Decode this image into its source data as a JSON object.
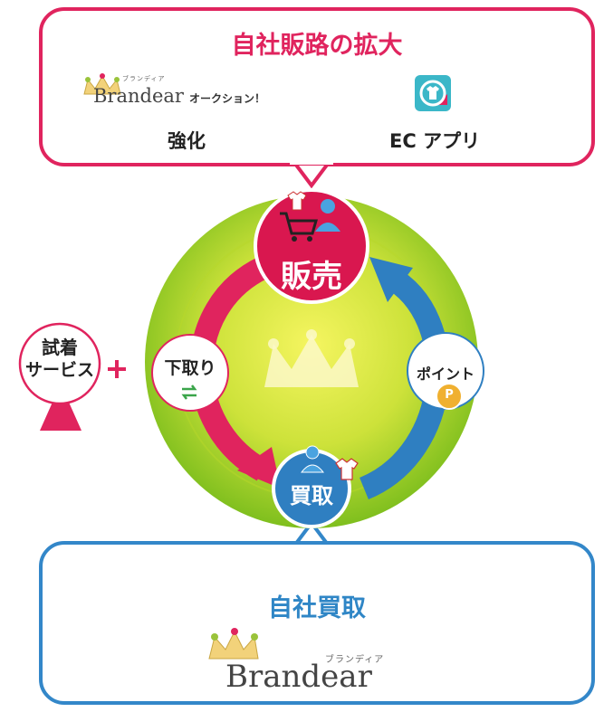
{
  "top_box": {
    "title": "自社販路の拡大",
    "brandear_ruby": "ブランディア",
    "brandear_word": "Brandear",
    "auction_text": "オークション！",
    "strengthen_label": "強化",
    "ec_app_label": "EC アプリ",
    "accent_color": "#e0245e"
  },
  "cycle": {
    "sell_label": "販売",
    "buy_label": "買取",
    "trade_in_label": "下取り",
    "points_label": "ポイント",
    "points_badge": "P",
    "sell_color": "#d9174f",
    "buy_color": "#2f7fc1"
  },
  "side": {
    "fitting_line1": "試着",
    "fitting_line2": "サービス",
    "plus": "+"
  },
  "bottom_box": {
    "title": "自社買取",
    "brandear_ruby": "ブランディア",
    "brandear_word": "Brandear",
    "accent_color": "#3387c9"
  }
}
